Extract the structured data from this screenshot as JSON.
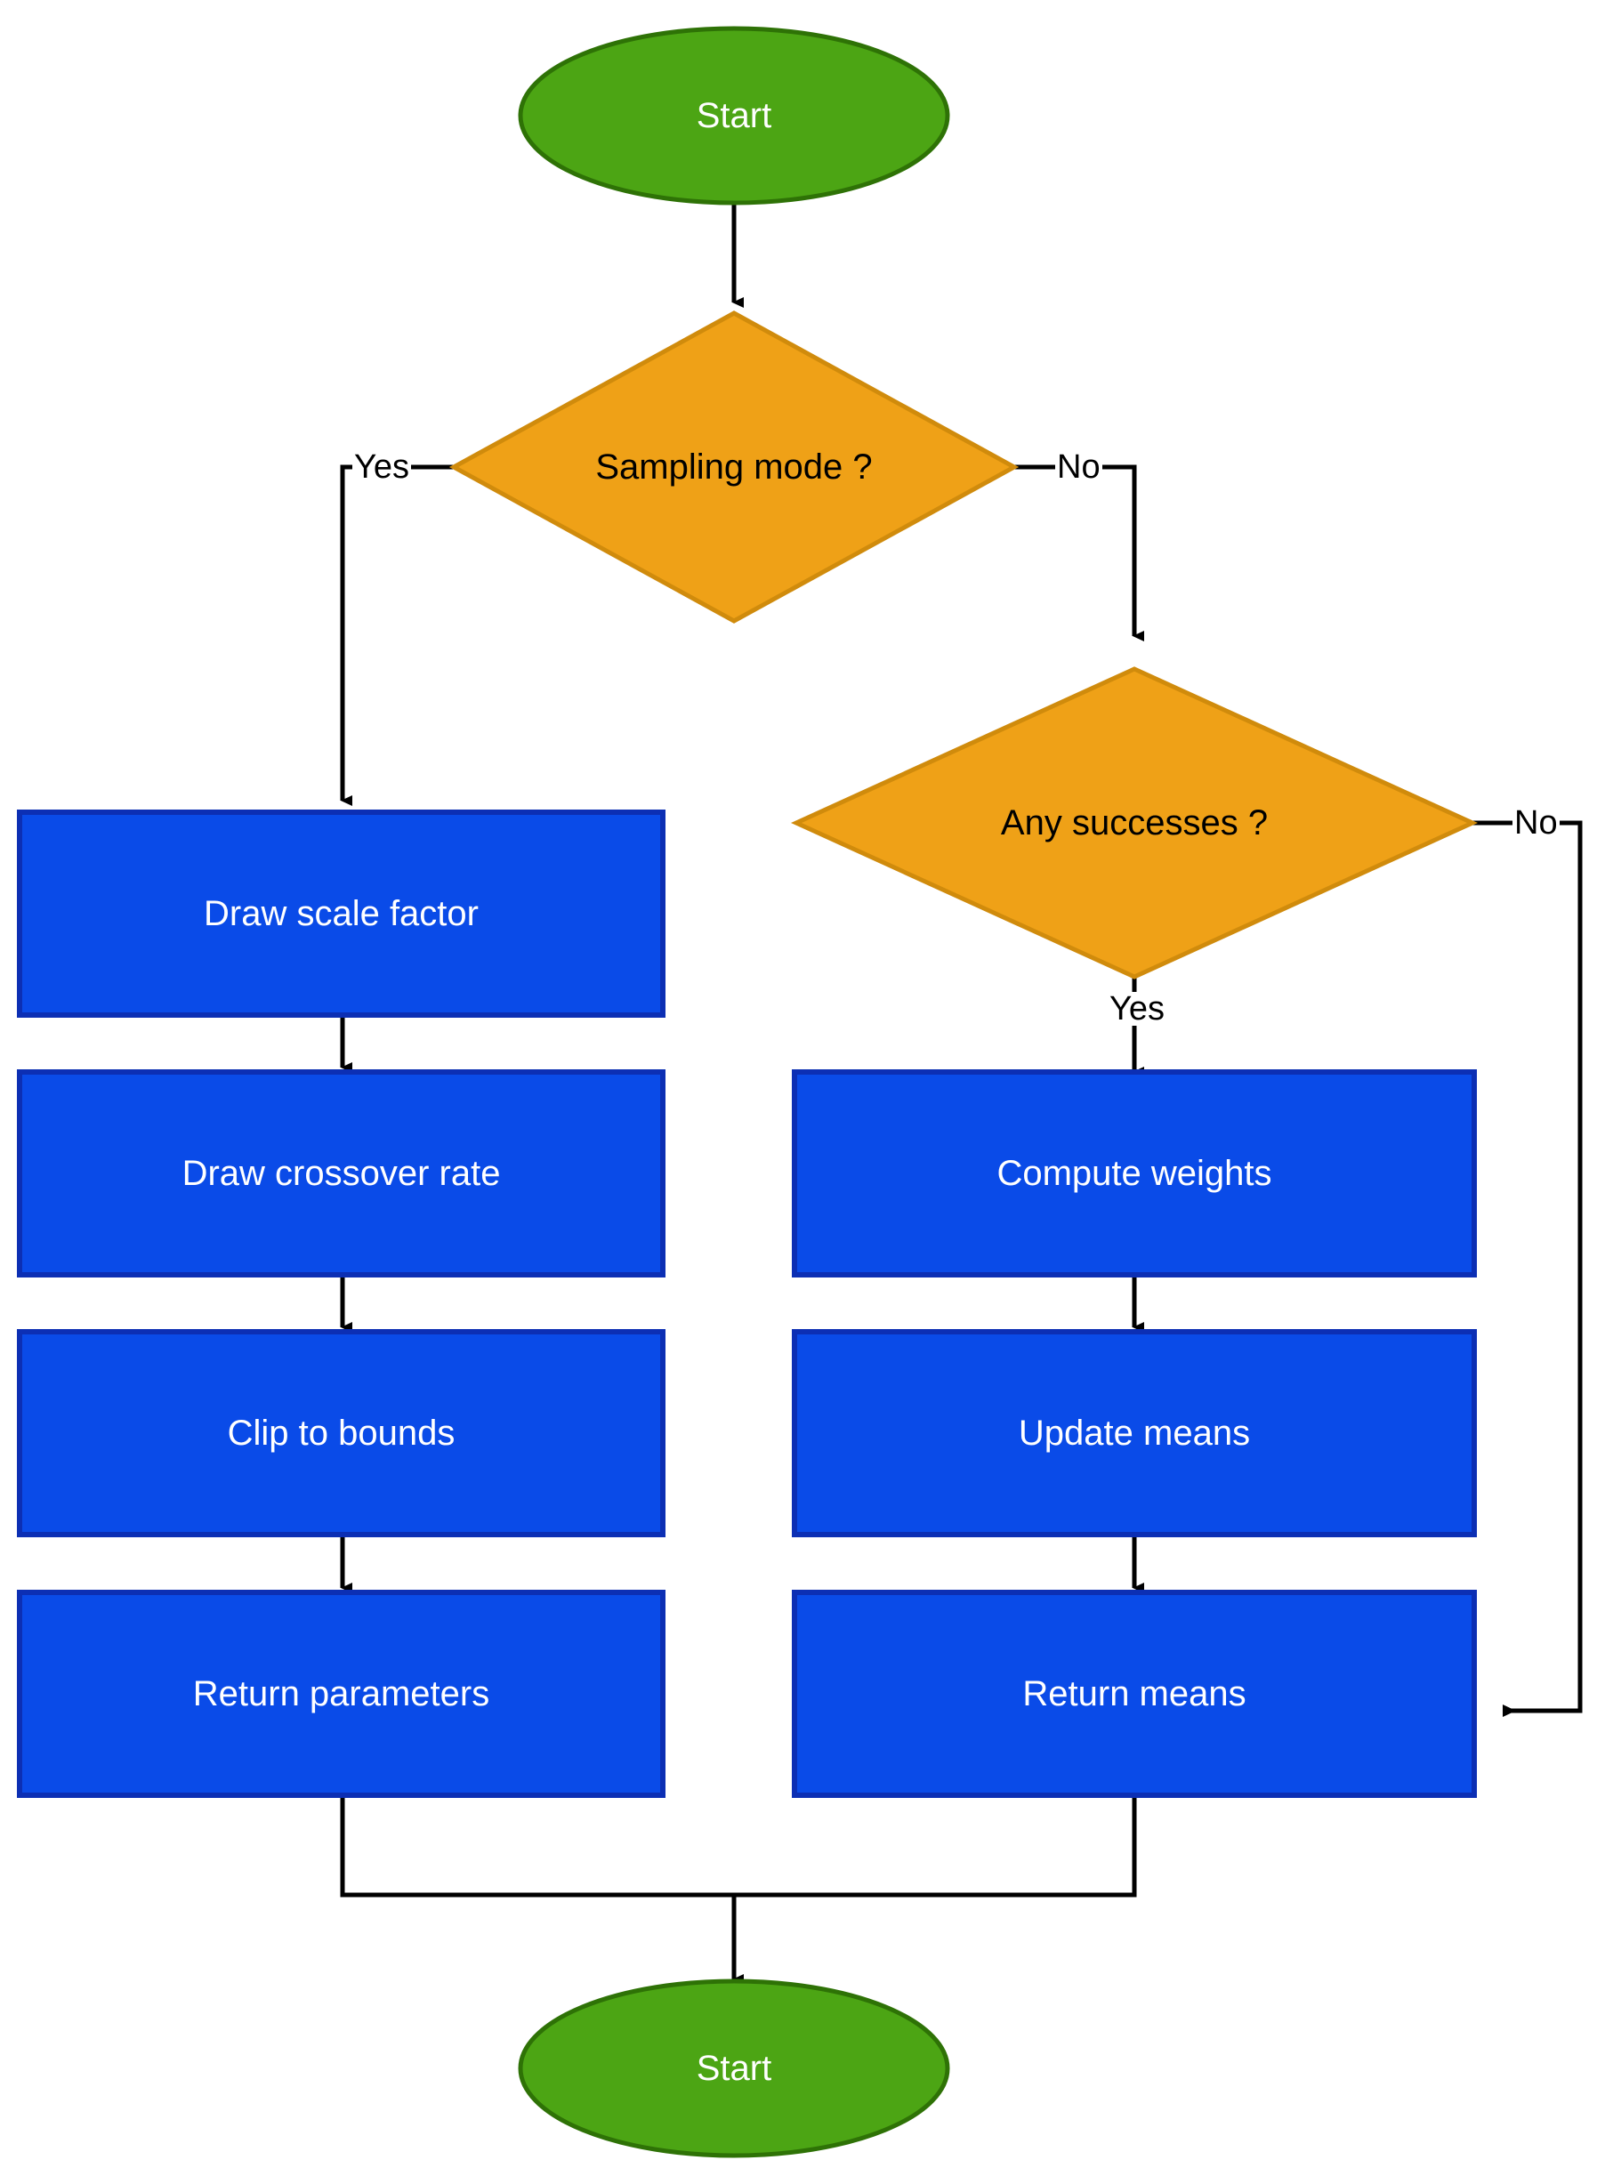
{
  "diagram": {
    "type": "flowchart",
    "title": "",
    "colors": {
      "terminator_fill": "#4CA514",
      "terminator_stroke": "#2E7206",
      "decision_fill": "#EFA117",
      "decision_stroke": "#D08B0C",
      "process_fill": "#0A4BE8",
      "process_stroke": "#0C2FB4",
      "edge_stroke": "#000000",
      "terminator_text": "#FFFFFF",
      "decision_text": "#000000",
      "process_text": "#FFFFFF",
      "background": "#FFFFFF"
    },
    "nodes": [
      {
        "id": "start_top",
        "shape": "ellipse",
        "label": "Start"
      },
      {
        "id": "sampling_mode",
        "shape": "diamond",
        "label": "Sampling mode ?"
      },
      {
        "id": "any_successes",
        "shape": "diamond",
        "label": "Any successes ?"
      },
      {
        "id": "draw_scale",
        "shape": "rectangle",
        "label": "Draw scale factor"
      },
      {
        "id": "draw_crossover",
        "shape": "rectangle",
        "label": "Draw crossover rate"
      },
      {
        "id": "clip_bounds",
        "shape": "rectangle",
        "label": "Clip to bounds"
      },
      {
        "id": "return_params",
        "shape": "rectangle",
        "label": "Return parameters"
      },
      {
        "id": "compute_weights",
        "shape": "rectangle",
        "label": "Compute weights"
      },
      {
        "id": "update_means",
        "shape": "rectangle",
        "label": "Update means"
      },
      {
        "id": "return_means",
        "shape": "rectangle",
        "label": "Return means"
      },
      {
        "id": "start_bottom",
        "shape": "ellipse",
        "label": "Start"
      }
    ],
    "edges": [
      {
        "from": "start_top",
        "to": "sampling_mode",
        "label": ""
      },
      {
        "from": "sampling_mode",
        "to": "draw_scale",
        "label": "Yes"
      },
      {
        "from": "sampling_mode",
        "to": "any_successes",
        "label": "No"
      },
      {
        "from": "draw_scale",
        "to": "draw_crossover",
        "label": ""
      },
      {
        "from": "draw_crossover",
        "to": "clip_bounds",
        "label": ""
      },
      {
        "from": "clip_bounds",
        "to": "return_params",
        "label": ""
      },
      {
        "from": "any_successes",
        "to": "compute_weights",
        "label": "Yes"
      },
      {
        "from": "any_successes",
        "to": "return_means",
        "label": "No"
      },
      {
        "from": "compute_weights",
        "to": "update_means",
        "label": ""
      },
      {
        "from": "update_means",
        "to": "return_means",
        "label": ""
      },
      {
        "from": "return_params",
        "to": "start_bottom",
        "label": ""
      },
      {
        "from": "return_means",
        "to": "start_bottom",
        "label": ""
      }
    ],
    "edge_labels": {
      "sampling_yes": "Yes",
      "sampling_no": "No",
      "successes_yes": "Yes",
      "successes_no": "No"
    }
  }
}
